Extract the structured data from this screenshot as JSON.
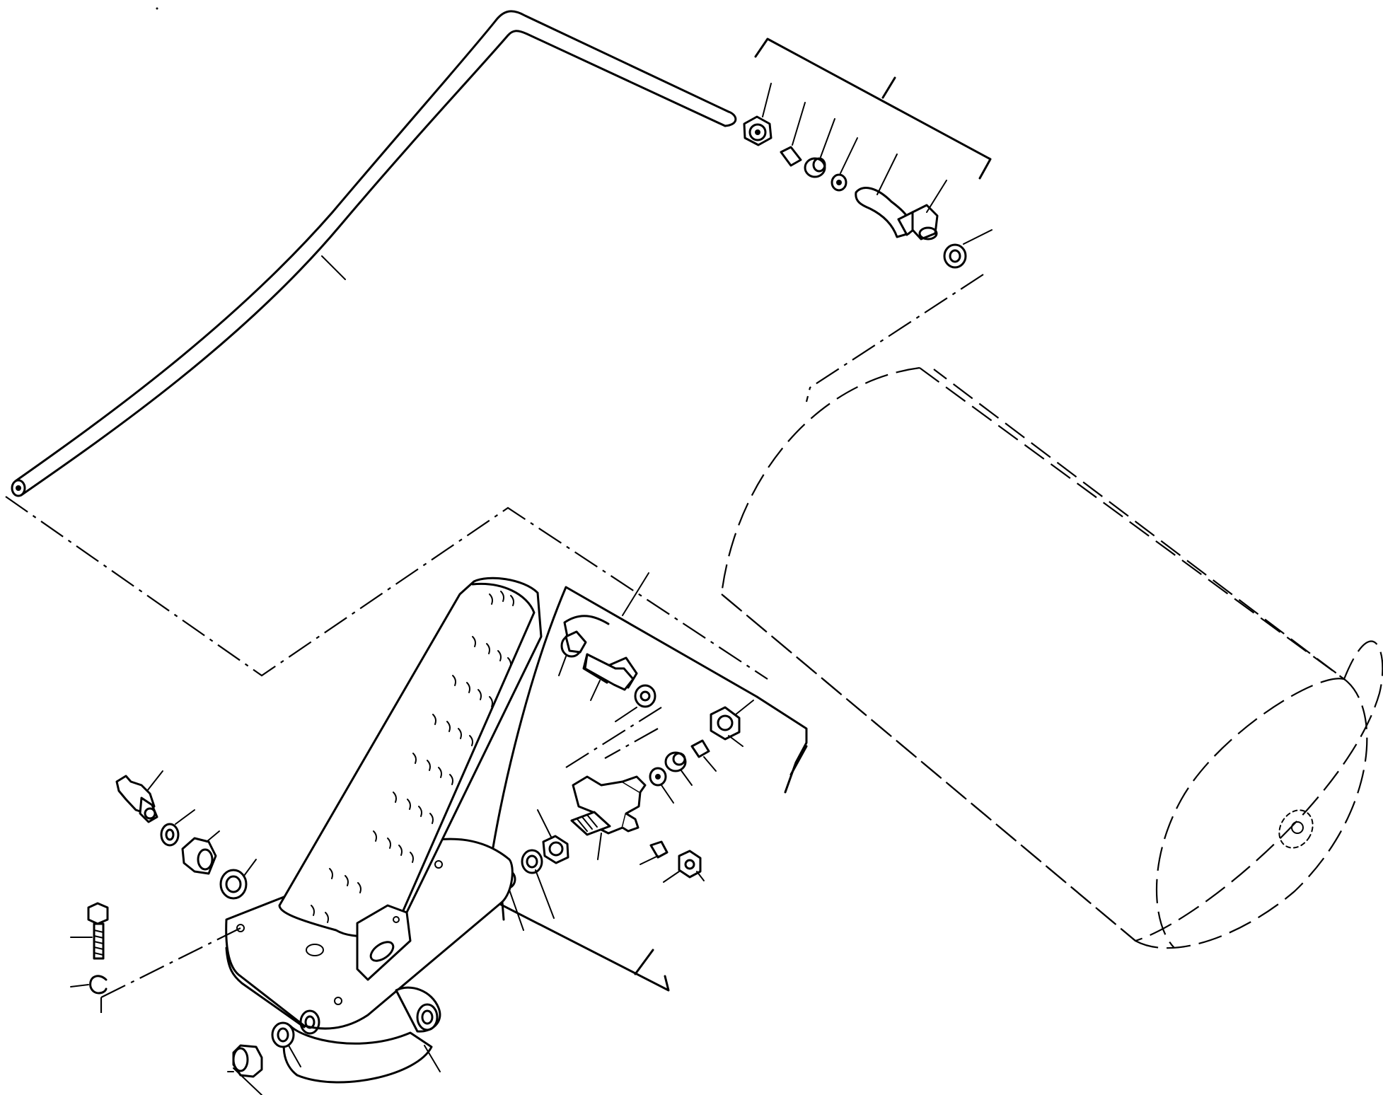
{
  "title": "",
  "colors": {
    "ink": "#000000",
    "paper": "#ffffff"
  },
  "components": [
    "hose",
    "upper-fitting-group",
    "tank",
    "brake-valve-pedal",
    "tee-fitting-group",
    "adapter-group",
    "pressure-switch-group",
    "mounting-bolt",
    "spring-washer",
    "drain-plug"
  ]
}
